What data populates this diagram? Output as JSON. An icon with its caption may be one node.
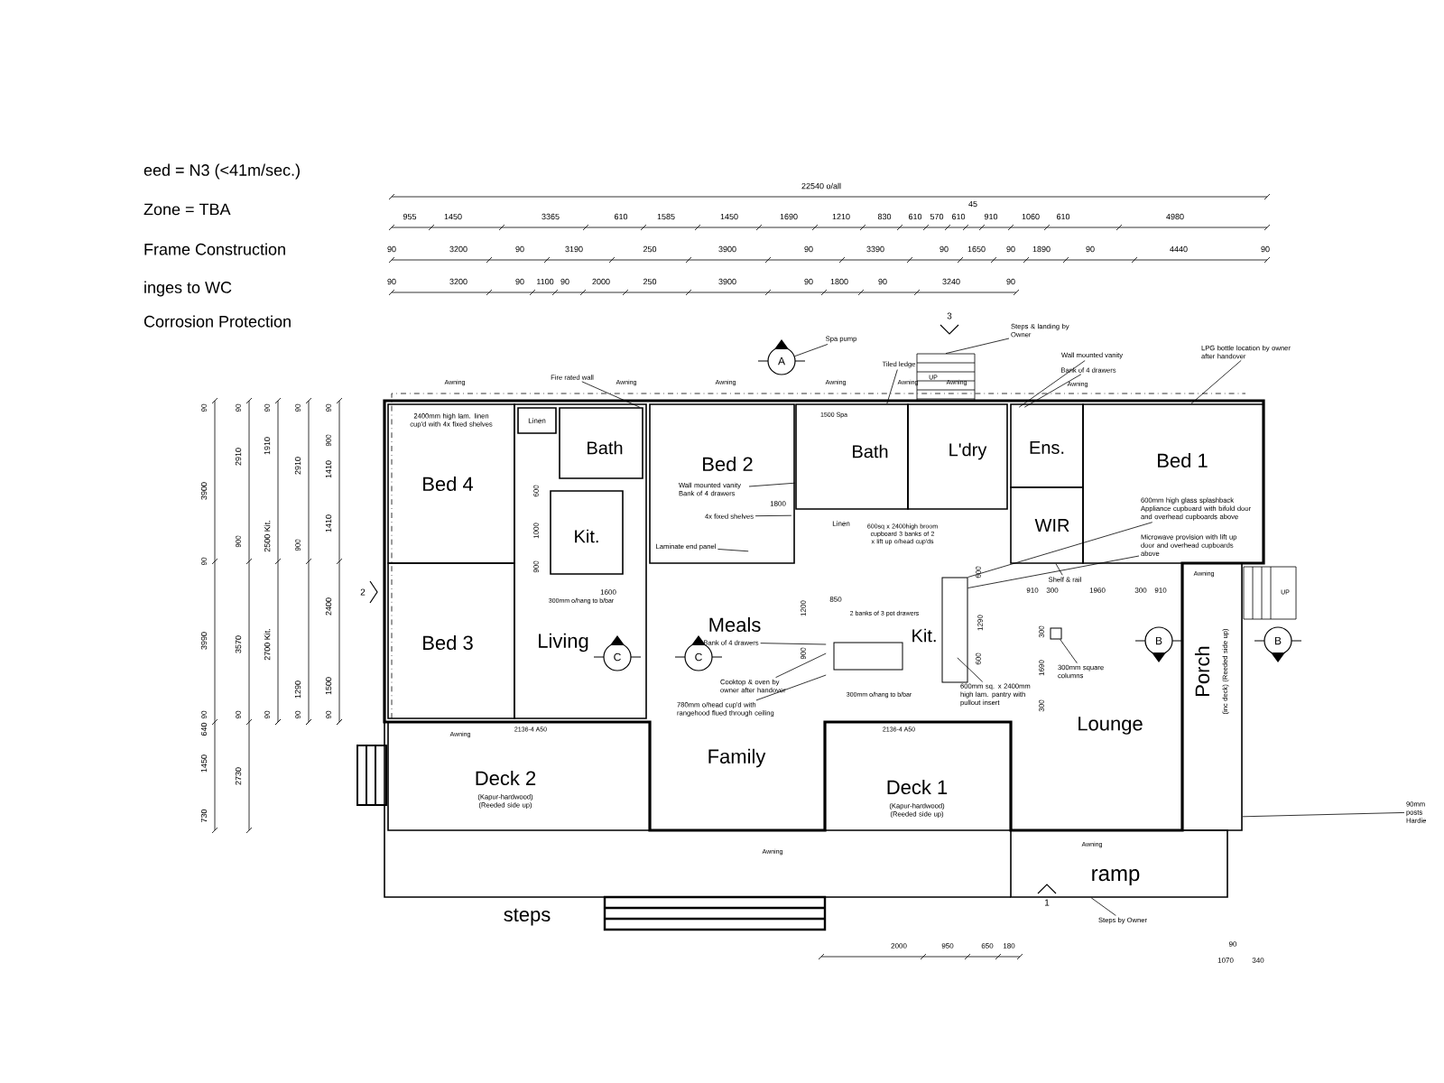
{
  "diagram": {
    "nodes": [
      {
        "text": [
          "2400mm high lam. linen cup'd with 4x fixed shelves",
          "Bed 4"
        ]
      },
      {
        "text": [
          "Bed 3"
        ]
      },
      {
        "text": [
          "Living"
        ]
      },
      {
        "text": [
          "Linen"
        ],
        "in": 2
      },
      {
        "text": [
          "Bath"
        ],
        "in": 2
      },
      {
        "text": [
          "Kit."
        ],
        "in": 2
      },
      {
        "text": [
          "Bed 2"
        ]
      },
      {
        "text": [
          "Bath"
        ]
      },
      {
        "text": [
          "L'dry"
        ]
      },
      {
        "text": [
          "Ens."
        ]
      },
      {
        "text": [
          "WIR"
        ]
      },
      {
        "text": [
          "Bed 1"
        ]
      },
      {
        "text": [
          "Meals"
        ]
      },
      {
        "text": [
          "Kit."
        ]
      },
      {
        "text": [
          "Family"
        ]
      },
      {
        "text": [
          "Lounge"
        ]
      },
      {
        "text": [
          "Porch",
          "(inc deck) (Reeded side up)"
        ]
      },
      {
        "text": [
          "Deck 2",
          "(Kapur-hardwood) (Reeded side up)"
        ]
      },
      {
        "text": [
          "Deck 1",
          "(Kapur-hardwood) (Reeded side up)"
        ]
      },
      {
        "text": [
          "ramp"
        ]
      },
      {
        "text": [
          "A"
        ]
      },
      {
        "text": [
          "B"
        ]
      },
      {
        "text": [
          "B"
        ]
      },
      {
        "text": [
          "C"
        ],
        "in": 2
      },
      {
        "text": [
          "C"
        ]
      },
      {
        "text": [
          "Fire rated wall"
        ]
      },
      {
        "text": [
          "Spa pump"
        ]
      },
      {
        "text": [
          "Tiled ledge"
        ]
      },
      {
        "text": [
          "Steps & landing by Owner"
        ]
      },
      {
        "text": [
          "Wall mounted vanity"
        ]
      },
      {
        "text": [
          "Bank of 4 drawers"
        ]
      },
      {
        "text": [
          "LPG bottle location by owner after handover"
        ]
      },
      {
        "text": [
          "600mm high glass splashback Appliance cupboard with bifold door and overhead cupboards above"
        ],
        "in": 11
      },
      {
        "text": [
          "Microwave provision with lift up door and overhead cupboards above"
        ],
        "in": 11
      },
      {
        "text": [
          "Shelf & rail"
        ]
      },
      {
        "text": [
          "Cooktop & oven by owner after handover"
        ]
      },
      {
        "text": [
          "780mm o/head cup'd with rangehood flued through ceiling"
        ]
      },
      {
        "text": [
          "300mm square columns"
        ]
      },
      {
        "text": [
          "Steps by Owner"
        ]
      },
      {
        "text": [
          "90mm posts Hardie"
        ]
      },
      {
        "text": [
          "Wall mounted vanity Bank of 4 drawers"
        ],
        "in": 6
      },
      {
        "text": [
          "4x fixed shelves"
        ],
        "in": 6
      },
      {
        "text": [
          "Laminate end panel"
        ],
        "in": 6
      },
      {
        "text": [
          "600mm sq. x 2400mm high lam. pantry with pullout insert"
        ]
      },
      {
        "text": [
          "Bank of 4 drawers"
        ]
      },
      {
        "text": [],
        "shape": "stairs"
      },
      {
        "text": [],
        "shape": "box"
      },
      {
        "text": [],
        "shape": "box"
      }
    ],
    "edges": [
      {
        "from": 25,
        "to": 4,
        "arrow": "none"
      },
      {
        "from": 26,
        "to": 20,
        "arrow": "none"
      },
      {
        "from": 27,
        "to": 7,
        "arrow": "none"
      },
      {
        "from": 28,
        "to": 45,
        "arrow": "none"
      },
      {
        "from": 29,
        "to": 9,
        "arrow": "none"
      },
      {
        "from": 30,
        "to": 9,
        "arrow": "none"
      },
      {
        "from": 31,
        "to": 11,
        "arrow": "none"
      },
      {
        "from": 32,
        "to": 46,
        "arrow": "none"
      },
      {
        "from": 33,
        "to": 46,
        "arrow": "none"
      },
      {
        "from": 34,
        "to": 10,
        "arrow": "none"
      },
      {
        "from": 35,
        "to": 13,
        "arrow": "none"
      },
      {
        "from": 36,
        "to": 13,
        "arrow": "none"
      },
      {
        "from": 37,
        "to": 47,
        "arrow": "none"
      },
      {
        "from": 38,
        "to": 19,
        "arrow": "none"
      },
      {
        "from": 39,
        "to": 16,
        "arrow": "none"
      },
      {
        "from": 40,
        "to": 6,
        "arrow": "none"
      },
      {
        "from": 41,
        "to": 6,
        "arrow": "none"
      },
      {
        "from": 42,
        "to": 6,
        "arrow": "none"
      },
      {
        "from": 43,
        "to": 13,
        "arrow": "none"
      },
      {
        "from": 44,
        "to": 13,
        "arrow": "none"
      }
    ],
    "labels": [
      "eed = N3 (<41m/sec.)",
      "Zone = TBA",
      "Frame Construction",
      "inges to WC",
      "Corrosion Protection",
      "22540 o/all",
      "955",
      "1450",
      "3365",
      "610",
      "1585",
      "1450",
      "1690",
      "1210",
      "830",
      "610",
      "570",
      "610",
      "45",
      "910",
      "1060",
      "610",
      "4980",
      "90",
      "3200",
      "90",
      "3190",
      "250",
      "3900",
      "90",
      "3390",
      "90",
      "1650",
      "90",
      "1890",
      "90",
      "4440",
      "90",
      "90",
      "3200",
      "90",
      "1100",
      "90",
      "2000",
      "250",
      "3900",
      "90",
      "1800",
      "90",
      "3240",
      "90",
      "3900",
      "3990",
      "2910",
      "3570",
      "1910",
      "2500 Kit.",
      "2700 Kit.",
      "1290",
      "2910",
      "1410",
      "1410",
      "2400",
      "1500",
      "640",
      "1450",
      "2730",
      "730",
      "90",
      "90",
      "90",
      "90",
      "90",
      "90",
      "90",
      "90",
      "90",
      "90",
      "90",
      "900",
      "900",
      "900",
      "Awning",
      "Awning",
      "Awning",
      "Awning",
      "Awning",
      "Awning",
      "Awning",
      "Awning",
      "Awning",
      "Awning",
      "Awning",
      "2136-4 A50",
      "2136-4 A50",
      "Linen",
      "1500 Spa",
      "UP",
      "UP",
      "300mm o/hang to b/bar",
      "300mm o/hang to b/bar",
      "2 banks of 3 pot drawers",
      "600sq x 2400high broom cupboard 3 banks of 2 x lift up o/head cup'ds",
      "1600",
      "600",
      "1000",
      "900",
      "1800",
      "850",
      "1200",
      "900",
      "600",
      "1290",
      "600",
      "910",
      "300",
      "1960",
      "300",
      "910",
      "300",
      "1690",
      "300",
      "2000",
      "950",
      "650",
      "180",
      "90",
      "1070",
      "340",
      "steps",
      "1",
      "2",
      "3"
    ]
  }
}
